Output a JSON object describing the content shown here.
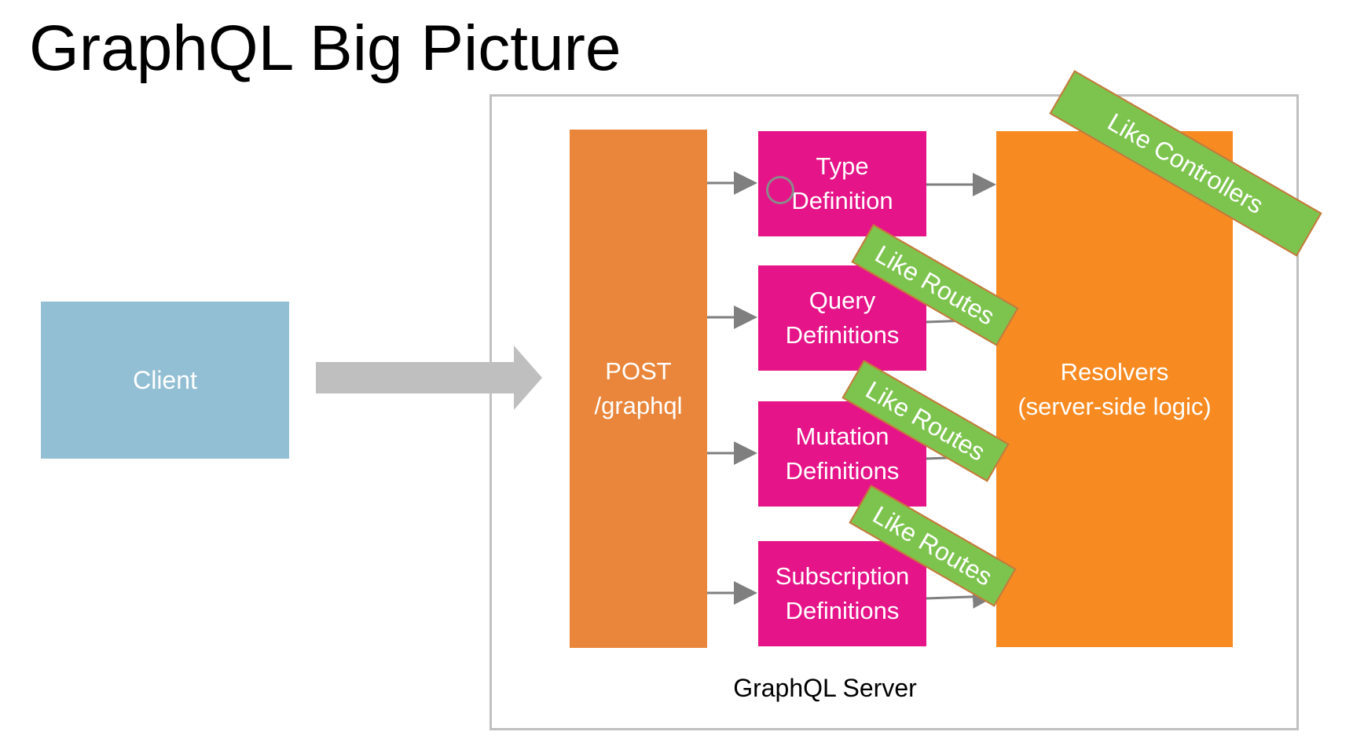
{
  "title": "GraphQL Big Picture",
  "client": {
    "label": "Client"
  },
  "server": {
    "label": "GraphQL Server",
    "endpoint": "POST\n/graphql",
    "definitions": [
      {
        "label": "Type\nDefinition"
      },
      {
        "label": "Query\nDefinitions"
      },
      {
        "label": "Mutation\nDefinitions"
      },
      {
        "label": "Subscription\nDefinitions"
      }
    ],
    "resolvers": "Resolvers\n(server-side logic)"
  },
  "tags": {
    "controllers": "Like Controllers",
    "routes": [
      "Like Routes",
      "Like Routes",
      "Like Routes"
    ]
  },
  "colors": {
    "client": "#93bfd4",
    "endpoint": "#e9863b",
    "definitions": "#e51489",
    "resolvers": "#f88a22",
    "tags": "#7dc44e",
    "big_arrow": "#bfbfbf",
    "connector": "#7f7f7f",
    "frame": "#c0c0c0"
  }
}
